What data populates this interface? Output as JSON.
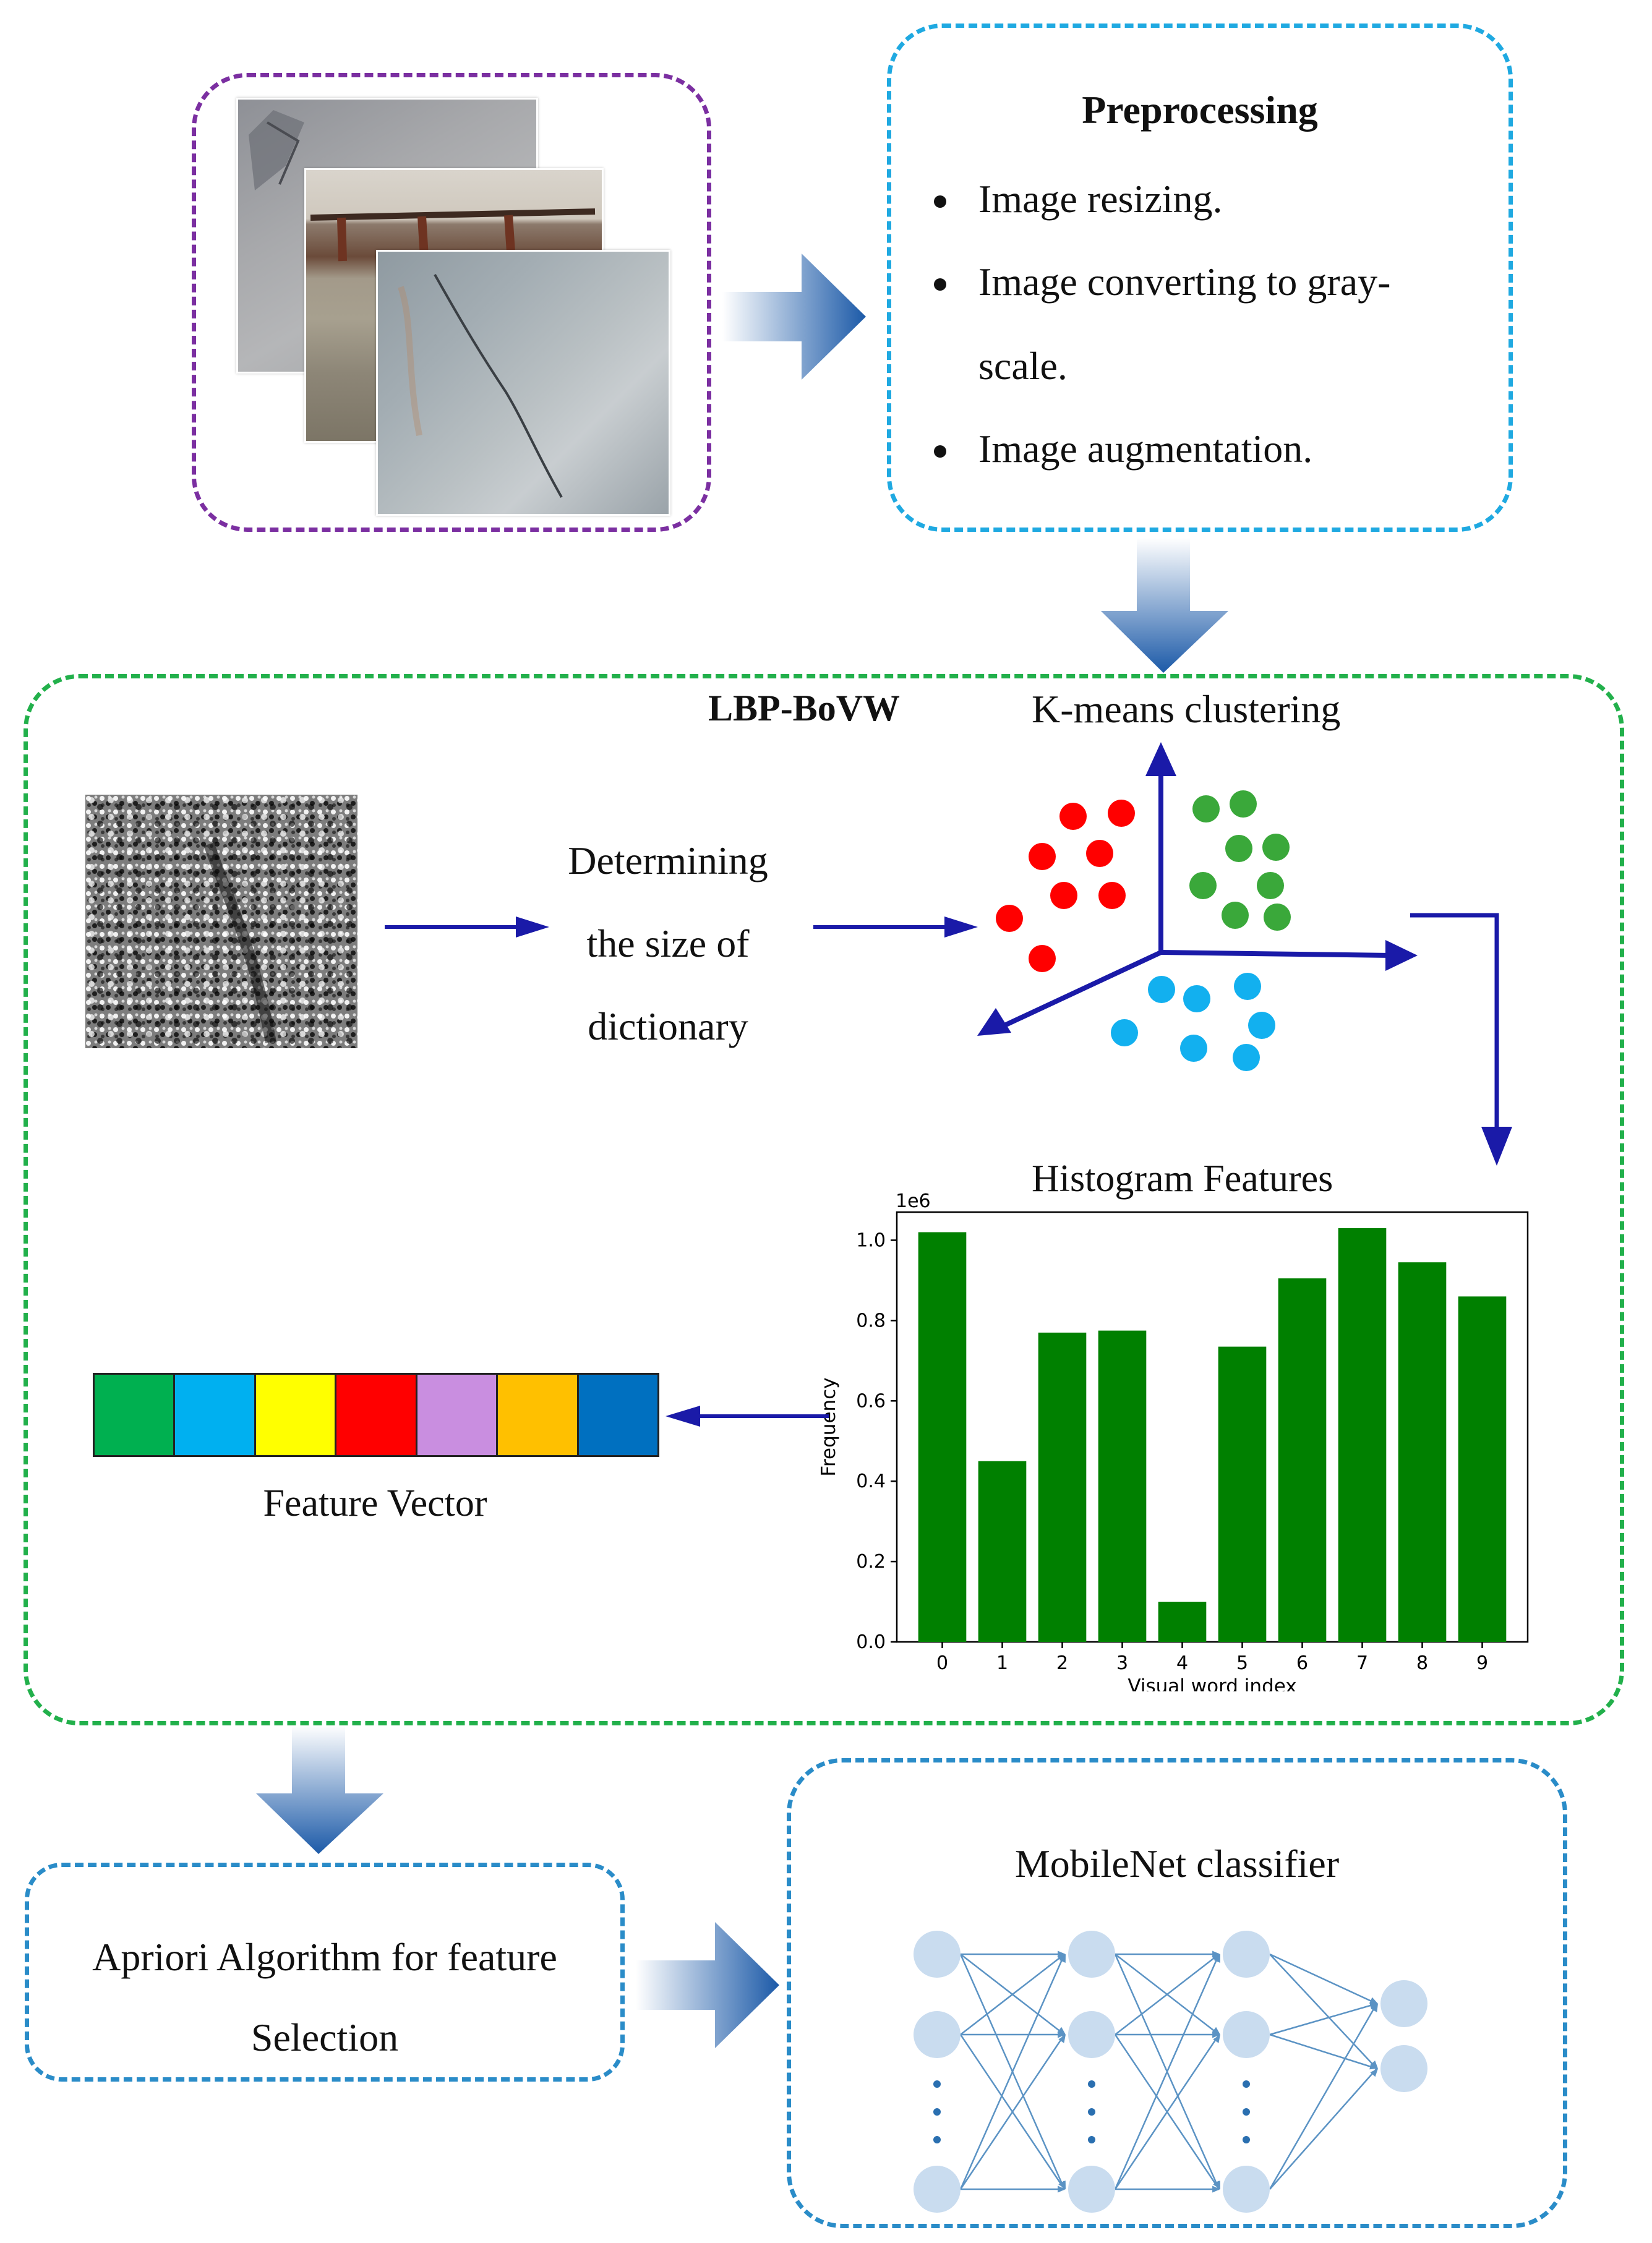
{
  "colors": {
    "purple_border": "#7b2fa1",
    "cyan_border": "#1fa9e1",
    "green_border": "#22b04b",
    "blue_border": "#2a8cc8",
    "arrow_dark": "#1c5aa8",
    "arrow_line": "#1a1aa8",
    "bar": "#008000",
    "cluster_red": "#ff0000",
    "cluster_green": "#3aa83a",
    "cluster_blue": "#12b0ef",
    "nn_node": "#c9dcef",
    "nn_edge": "#5b93c4"
  },
  "preprocessing": {
    "title": "Preprocessing",
    "bullets": [
      "Image resizing.",
      "Image converting to gray-",
      "scale.",
      "Image augmentation."
    ]
  },
  "lbp": {
    "title": "LBP-BoVW",
    "kmeans_label": "K-means clustering",
    "determining_text": [
      "Determining",
      "the size of",
      "dictionary"
    ],
    "histogram_title": "Histogram Features",
    "feature_vector_label": "Feature Vector",
    "feature_vector_colors": [
      "#00b050",
      "#00b0f0",
      "#ffff00",
      "#ff0000",
      "#c98ee0",
      "#ffc000",
      "#0070c0"
    ]
  },
  "apriori": {
    "lines": [
      "Apriori Algorithm for feature",
      "Selection"
    ]
  },
  "mobilenet": {
    "title": "MobileNet classifier"
  },
  "chart_data": {
    "type": "bar",
    "title": "Histogram Features",
    "xlabel": "Visual word index",
    "ylabel": "Frequency",
    "scale_label": "1e6",
    "categories": [
      "0",
      "1",
      "2",
      "3",
      "4",
      "5",
      "6",
      "7",
      "8",
      "9"
    ],
    "values": [
      1.02,
      0.45,
      0.77,
      0.775,
      0.1,
      0.735,
      0.905,
      1.03,
      0.945,
      0.86
    ],
    "yticks": [
      "0.0",
      "0.2",
      "0.4",
      "0.6",
      "0.8",
      "1.0"
    ],
    "ylim": [
      0,
      1.07
    ],
    "grid": false
  }
}
